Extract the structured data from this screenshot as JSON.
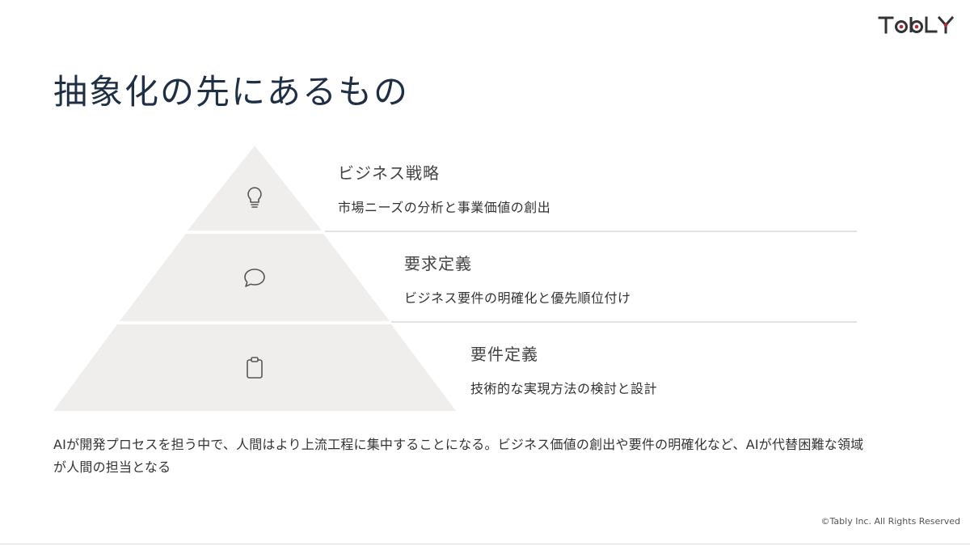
{
  "brand": {
    "logo_text": "TabLY",
    "accent_color": "#c0282d",
    "logo_color": "#333333"
  },
  "slide": {
    "title": "抽象化の先にあるもの",
    "title_color": "#1f2f45"
  },
  "pyramid": {
    "fill_color": "#f0eeec",
    "tiers": [
      {
        "title": "ビジネス戦略",
        "description": "市場ニーズの分析と事業価値の創出",
        "icon": "lightbulb-icon"
      },
      {
        "title": "要求定義",
        "description": "ビジネス要件の明確化と優先順位付け",
        "icon": "speech-bubble-icon"
      },
      {
        "title": "要件定義",
        "description": "技術的な実現方法の検討と設計",
        "icon": "clipboard-icon"
      }
    ]
  },
  "summary": {
    "text": "AIが開発プロセスを担う中で、人間はより上流工程に集中することになる。ビジネス価値の創出や要件の明確化など、AIが代替困難な領域が人間の担当となる"
  },
  "footer": {
    "copyright": "©Tably Inc. All Rights Reserved"
  }
}
